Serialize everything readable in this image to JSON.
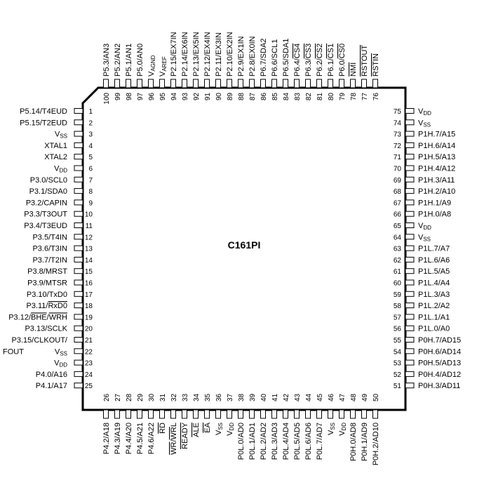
{
  "title": "C161PI",
  "pins": {
    "left": [
      {
        "n": "1",
        "label": "P5.14/T4EUD"
      },
      {
        "n": "2",
        "label": "P5.15/T2EUD"
      },
      {
        "n": "3",
        "label": "VSS"
      },
      {
        "n": "4",
        "label": "XTAL1"
      },
      {
        "n": "5",
        "label": "XTAL2"
      },
      {
        "n": "6",
        "label": "VDD"
      },
      {
        "n": "7",
        "label": "P3.0/SCL0"
      },
      {
        "n": "8",
        "label": "P3.1/SDA0"
      },
      {
        "n": "9",
        "label": "P3.2/CAPIN"
      },
      {
        "n": "10",
        "label": "P3.3/T3OUT"
      },
      {
        "n": "11",
        "label": "P3.4/T3EUD"
      },
      {
        "n": "12",
        "label": "P3.5/T4IN"
      },
      {
        "n": "13",
        "label": "P3.6/T3IN"
      },
      {
        "n": "14",
        "label": "P3.7/T2IN"
      },
      {
        "n": "15",
        "label": "P3.8/MRST"
      },
      {
        "n": "16",
        "label": "P3.9/MTSR"
      },
      {
        "n": "17",
        "label": "P3.10/TxD0"
      },
      {
        "n": "18",
        "label": "P3.11/RxD0"
      },
      {
        "n": "19",
        "label": "P3.12/BHE/WRH"
      },
      {
        "n": "20",
        "label": "P3.13/SCLK"
      },
      {
        "n": "21",
        "label": "P3.15/CLKOUT/"
      },
      {
        "n": "22",
        "label": "VSS"
      },
      {
        "n": "23",
        "label": "VDD"
      },
      {
        "n": "24",
        "label": "P4.0/A16"
      },
      {
        "n": "25",
        "label": "P4.1/A17"
      }
    ],
    "left_extra": "FOUT",
    "right": [
      {
        "n": "75",
        "label": "VDD"
      },
      {
        "n": "74",
        "label": "VSS"
      },
      {
        "n": "73",
        "label": "P1H.7/A15"
      },
      {
        "n": "72",
        "label": "P1H.6/A14"
      },
      {
        "n": "71",
        "label": "P1H.5/A13"
      },
      {
        "n": "70",
        "label": "P1H.4/A12"
      },
      {
        "n": "69",
        "label": "P1H.3/A11"
      },
      {
        "n": "68",
        "label": "P1H.2/A10"
      },
      {
        "n": "67",
        "label": "P1H.1/A9"
      },
      {
        "n": "66",
        "label": "P1H.0/A8"
      },
      {
        "n": "65",
        "label": "VDD"
      },
      {
        "n": "64",
        "label": "VSS"
      },
      {
        "n": "63",
        "label": "P1L.7/A7"
      },
      {
        "n": "62",
        "label": "P1L.6/A6"
      },
      {
        "n": "61",
        "label": "P1L.5/A5"
      },
      {
        "n": "60",
        "label": "P1L.4/A4"
      },
      {
        "n": "59",
        "label": "P1L.3/A3"
      },
      {
        "n": "58",
        "label": "P1L.2/A2"
      },
      {
        "n": "57",
        "label": "P1L.1/A1"
      },
      {
        "n": "56",
        "label": "P1L.0/A0"
      },
      {
        "n": "55",
        "label": "P0H.7/AD15"
      },
      {
        "n": "54",
        "label": "P0H.6/AD14"
      },
      {
        "n": "53",
        "label": "P0H.5/AD13"
      },
      {
        "n": "52",
        "label": "P0H.4/AD12"
      },
      {
        "n": "51",
        "label": "P0H.3/AD11"
      }
    ],
    "top": [
      {
        "n": "100",
        "label": "P5.3/AN3"
      },
      {
        "n": "99",
        "label": "P5.2/AN2"
      },
      {
        "n": "98",
        "label": "P5.1/AN1"
      },
      {
        "n": "97",
        "label": "P5.0/AN0"
      },
      {
        "n": "96",
        "label": "VAGND"
      },
      {
        "n": "95",
        "label": "VAREF"
      },
      {
        "n": "94",
        "label": "P2.15/EX7IN"
      },
      {
        "n": "93",
        "label": "P2.14/EX6IN"
      },
      {
        "n": "92",
        "label": "P2.13/EX5IN"
      },
      {
        "n": "91",
        "label": "P2.12/EX4IN"
      },
      {
        "n": "90",
        "label": "P2.11/EX3IN"
      },
      {
        "n": "89",
        "label": "P2.10/EX2IN"
      },
      {
        "n": "88",
        "label": "P2.9/EX1IN"
      },
      {
        "n": "87",
        "label": "P2.8/EX0IN"
      },
      {
        "n": "86",
        "label": "P6.7/SDA2"
      },
      {
        "n": "85",
        "label": "P6.6/SCL1"
      },
      {
        "n": "84",
        "label": "P6.5/SDA1"
      },
      {
        "n": "83",
        "label": "P6.4/CS4"
      },
      {
        "n": "82",
        "label": "P6.3/CS3"
      },
      {
        "n": "81",
        "label": "P6.2/CS2"
      },
      {
        "n": "80",
        "label": "P6.1/CS1"
      },
      {
        "n": "79",
        "label": "P6.0/CS0"
      },
      {
        "n": "78",
        "label": "NMI"
      },
      {
        "n": "77",
        "label": "RSTOUT"
      },
      {
        "n": "76",
        "label": "RSTIN"
      }
    ],
    "bottom": [
      {
        "n": "26",
        "label": "P4.2/A18"
      },
      {
        "n": "27",
        "label": "P4.3/A19"
      },
      {
        "n": "28",
        "label": "P4.4/A20"
      },
      {
        "n": "29",
        "label": "P4.5/A21"
      },
      {
        "n": "30",
        "label": "P4.6/A22"
      },
      {
        "n": "31",
        "label": "RD"
      },
      {
        "n": "32",
        "label": "WR/WRL"
      },
      {
        "n": "33",
        "label": "READY"
      },
      {
        "n": "34",
        "label": "ALE"
      },
      {
        "n": "35",
        "label": "EA"
      },
      {
        "n": "36",
        "label": "VSS"
      },
      {
        "n": "37",
        "label": "VDD"
      },
      {
        "n": "38",
        "label": "P0L.0/AD0"
      },
      {
        "n": "39",
        "label": "P0L.1/AD1"
      },
      {
        "n": "40",
        "label": "P0L.2/AD2"
      },
      {
        "n": "41",
        "label": "P0L.3/AD3"
      },
      {
        "n": "42",
        "label": "P0L.4/AD4"
      },
      {
        "n": "43",
        "label": "P0L.5/AD5"
      },
      {
        "n": "44",
        "label": "P0L.6/AD6"
      },
      {
        "n": "45",
        "label": "P0L.7/AD7"
      },
      {
        "n": "46",
        "label": "VSS"
      },
      {
        "n": "47",
        "label": "VDD"
      },
      {
        "n": "48",
        "label": "P0H.0/AD8"
      },
      {
        "n": "49",
        "label": "P0H.1/AD9"
      },
      {
        "n": "50",
        "label": "P0H.2/AD10"
      }
    ]
  }
}
